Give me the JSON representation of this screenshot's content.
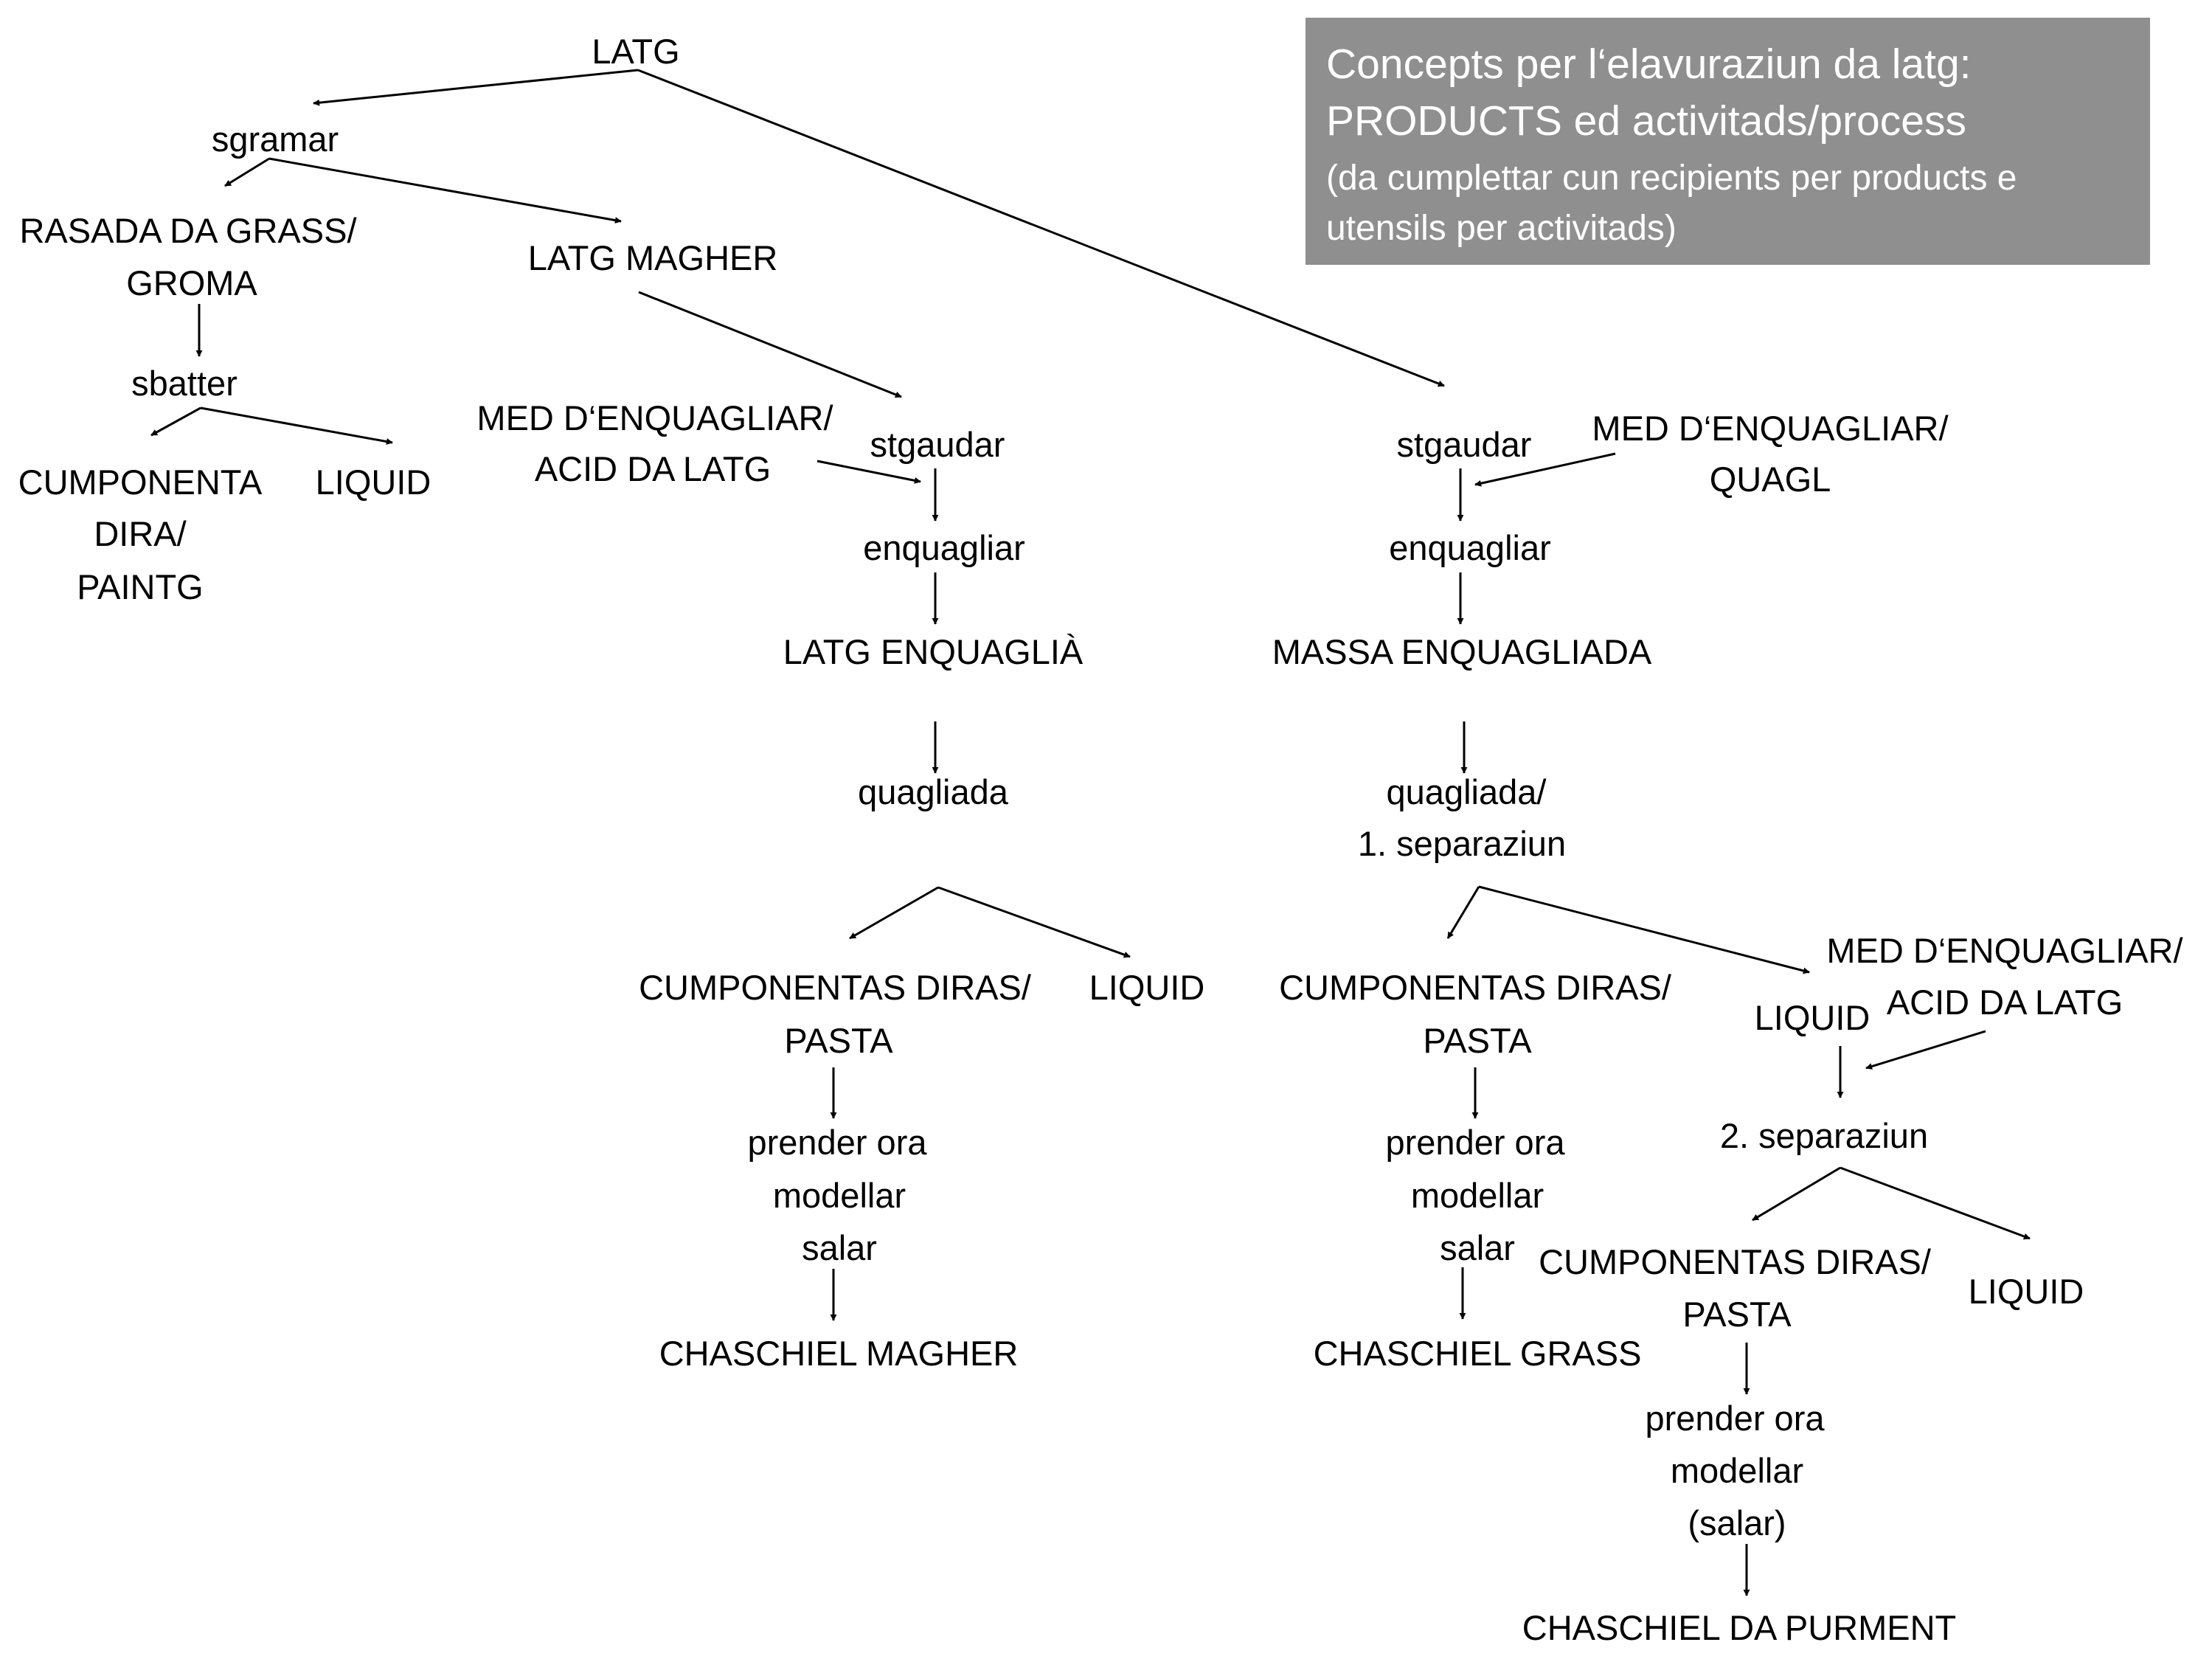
{
  "title_box": {
    "line1": "Concepts per l‘elavuraziun da latg:",
    "line2": "PRODUCTS ed activitads/process",
    "line3": "(da cumplettar cun recipients per products e",
    "line4": "utensils per activitads)"
  },
  "nodes": {
    "latg": "LATG",
    "sgramar": "sgramar",
    "rasada_l1": "RASADA DA GRASS/",
    "rasada_l2": "GROMA",
    "latg_magher": "LATG MAGHER",
    "sbatter": "sbatter",
    "cumponenta_l1": "CUMPONENTA",
    "cumponenta_l2": "DIRA/",
    "cumponenta_l3": "PAINTG",
    "liquid_a": "LIQUID",
    "med_acid_1_l1": "MED D‘ENQUAGLIAR/",
    "med_acid_1_l2": "ACID DA LATG",
    "stgaudar_m": "stgaudar",
    "enquagliar_m": "enquagliar",
    "latg_enquaglia": "LATG ENQUAGLIÀ",
    "quagliada_m": "quagliada",
    "cumponentas_m_l1": "CUMPONENTAS DIRAS/",
    "cumponentas_m_l2": "PASTA",
    "liquid_m": "LIQUID",
    "prender_m_l1": "prender ora",
    "prender_m_l2": "modellar",
    "prender_m_l3": "salar",
    "chaschiel_magher": "CHASCHIEL MAGHER",
    "stgaudar_r": "stgaudar",
    "med_quagl_l1": "MED D‘ENQUAGLIAR/",
    "med_quagl_l2": "QUAGL",
    "enquagliar_r": "enquagliar",
    "massa_enquagliada": "MASSA ENQUAGLIADA",
    "quagliada_r_l1": "quagliada/",
    "quagliada_r_l2": "1. separaziun",
    "cumponentas_g_l1": "CUMPONENTAS DIRAS/",
    "cumponentas_g_l2": "PASTA",
    "liquid_r": "LIQUID",
    "med_acid_2_l1": "MED D‘ENQUAGLIAR/",
    "med_acid_2_l2": "ACID DA LATG",
    "prender_g_l1": "prender ora",
    "prender_g_l2": "modellar",
    "prender_g_l3": "salar",
    "chaschiel_grass": "CHASCHIEL GRASS",
    "separaziun_2": "2. separaziun",
    "cumponentas_p_l1": "CUMPONENTAS DIRAS/",
    "cumponentas_p_l2": "PASTA",
    "liquid_p": "LIQUID",
    "prender_p_l1": "prender ora",
    "prender_p_l2": "modellar",
    "prender_p_l3": "(salar)",
    "chaschiel_purment": "CHASCHIEL DA PURMENT"
  }
}
